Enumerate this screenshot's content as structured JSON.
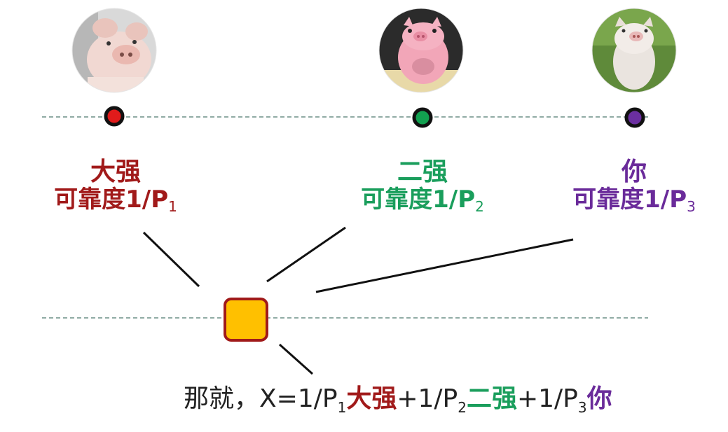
{
  "people": [
    {
      "name": "大强",
      "reliability_prefix": "可靠度1/P",
      "reliability_sub": "1",
      "color": "#a11a1a",
      "dot_color": "#e11b1b",
      "avatar": "pig-photo-icon"
    },
    {
      "name": "二强",
      "reliability_prefix": "可靠度1/P",
      "reliability_sub": "2",
      "color": "#1a9e5c",
      "dot_color": "#12a150",
      "avatar": "cartoon-pig-icon"
    },
    {
      "name": "你",
      "reliability_prefix": "可靠度1/P",
      "reliability_sub": "3",
      "color": "#6a2b9a",
      "dot_color": "#6b2fa0",
      "avatar": "piglet-photo-icon"
    }
  ],
  "formula": {
    "prefix": "那就，X=1/P",
    "sub1": "1",
    "name1": "大强",
    "plus2": "+1/P",
    "sub2": "2",
    "name2": "二强",
    "plus3": "+1/P",
    "sub3": "3",
    "name3": "你"
  },
  "colors": {
    "estimate_box_fill": "#ffc000",
    "estimate_box_stroke": "#a01a1a",
    "dashed_line": "#6b8f86"
  }
}
